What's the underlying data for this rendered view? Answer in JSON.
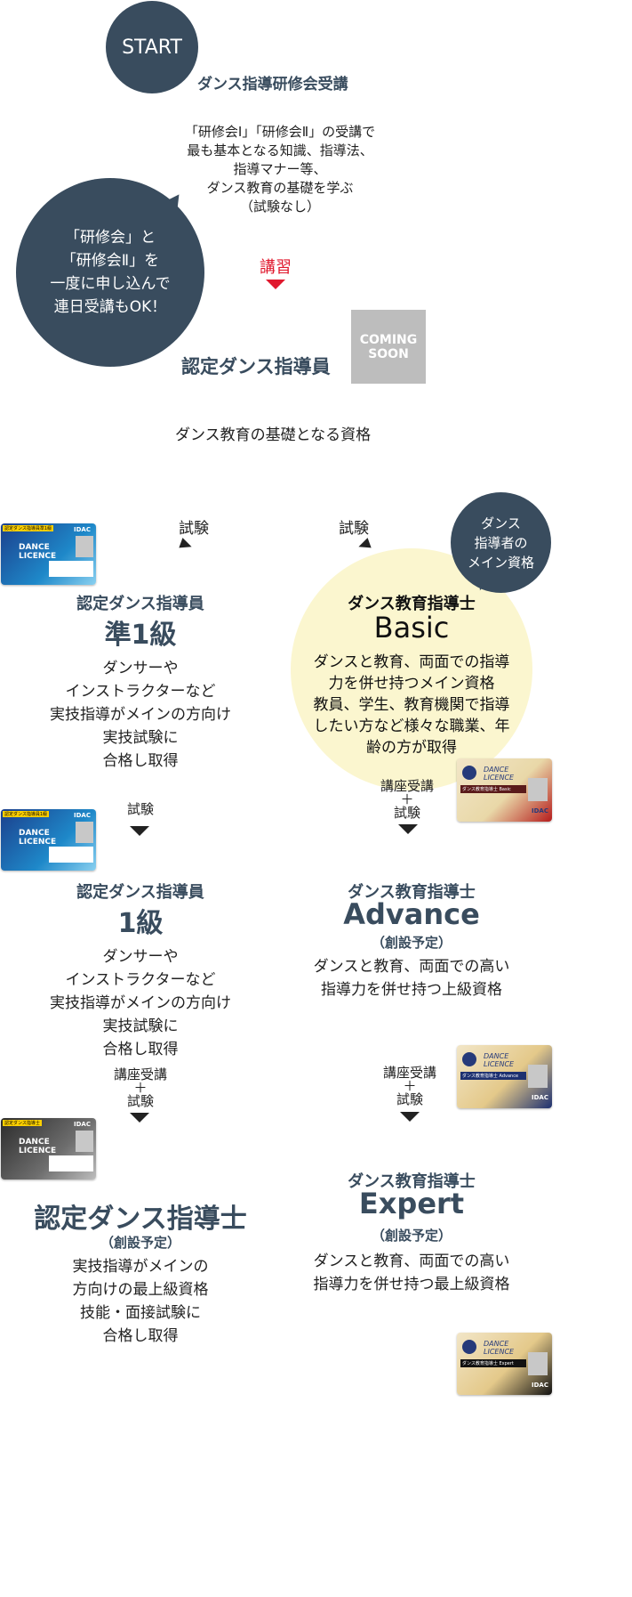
{
  "start": {
    "label": "START",
    "heading": "ダンス指導研修会受講",
    "desc": "「研修会Ⅰ」「研修会Ⅱ」の受講で\n最も基本となる知識、指導法、\n指導マナー等、\nダンス教育の基礎を学ぶ\n（試験なし）"
  },
  "bubble_left": "「研修会」と\n「研修会Ⅱ」を\n一度に申し込んで\n連日受講もOK！",
  "lecture_label": "講習",
  "certified_instructor": {
    "title": "認定ダンス指導員",
    "badge": "COMING\nSOON",
    "desc": "ダンス教育の基礎となる資格"
  },
  "exam_left": "試験",
  "exam_right": "試験",
  "bubble_right": "ダンス\n指導者の\nメイン資格",
  "left_col": {
    "level1": {
      "title": "認定ダンス指導員",
      "grade": "準1級",
      "desc": "ダンサーや\nインストラクターなど\n実技指導がメインの方向け\n実技試験に\n合格し取得"
    },
    "step1": "試験",
    "level2": {
      "title": "認定ダンス指導員",
      "grade": "1級",
      "desc": "ダンサーや\nインストラクターなど\n実技指導がメインの方向け\n実技試験に\n合格し取得"
    },
    "step2": "講座受講\n＋\n試験",
    "level3": {
      "title": "認定ダンス指導士",
      "note": "（創設予定）",
      "desc": "実技指導がメインの\n方向けの最上級資格\n技能・面接試験に\n合格し取得"
    }
  },
  "right_col": {
    "basic": {
      "title": "ダンス教育指導士",
      "grade": "Basic",
      "desc": "ダンスと教育、両面での指導\n力を併せ持つメイン資格\n教員、学生、教育機関で指導\nしたい方など様々な職業、年\n齢の方が取得"
    },
    "step1": "講座受講\n＋\n試験",
    "advance": {
      "title": "ダンス教育指導士",
      "grade": "Advance",
      "note": "（創設予定）",
      "desc": "ダンスと教育、両面での高い\n指導力を併せ持つ上級資格"
    },
    "step2": "講座受講\n＋\n試験",
    "expert": {
      "title": "ダンス教育指導士",
      "grade": "Expert",
      "note": "（創設予定）",
      "desc": "ダンスと教育、両面での高い\n指導力を併せ持つ最上級資格"
    }
  },
  "cards": {
    "blue1_head": "認定ダンス指導員準1級",
    "blue2_head": "認定ダンス指導員1級",
    "gray_head": "認定ダンス指導士",
    "logo": "IDAC",
    "dance": "DANCE",
    "licence": "LICENCE",
    "red_band": "ダンス教育指導士 Basic",
    "gold_band": "ダンス教育指導士 Advance",
    "black_band": "ダンス教育指導士 Expert"
  },
  "colors": {
    "navy": "#394c5e",
    "red": "#e0182d",
    "highlight": "#fbf6cf",
    "badge_gray": "#bdbdbd"
  }
}
